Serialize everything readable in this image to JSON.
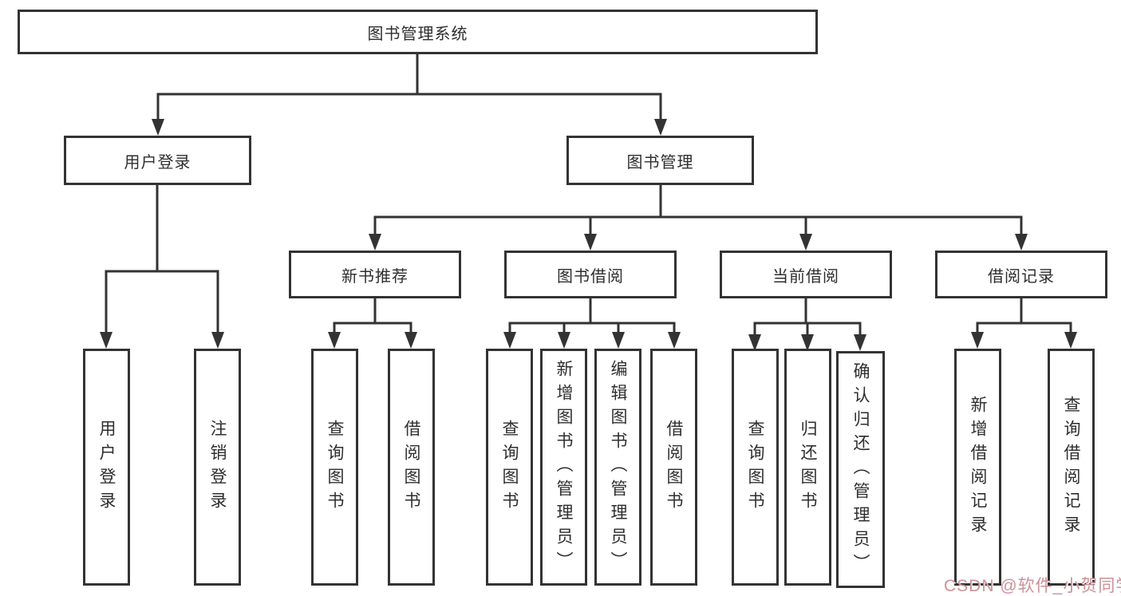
{
  "diagram": {
    "type": "hierarchy",
    "title": "图书管理系统"
  },
  "tree": {
    "label": "图书管理系统",
    "children": [
      {
        "label": "用户登录",
        "children": [
          {
            "label": "用户登录"
          },
          {
            "label": "注销登录"
          }
        ]
      },
      {
        "label": "图书管理",
        "children": [
          {
            "label": "新书推荐",
            "children": [
              {
                "label": "查询图书"
              },
              {
                "label": "借阅图书"
              }
            ]
          },
          {
            "label": "图书借阅",
            "children": [
              {
                "label": "查询图书"
              },
              {
                "label": "新增图书（管理员）"
              },
              {
                "label": "编辑图书（管理员）"
              },
              {
                "label": "借阅图书"
              }
            ]
          },
          {
            "label": "当前借阅",
            "children": [
              {
                "label": "查询图书"
              },
              {
                "label": "归还图书"
              },
              {
                "label": "确认归还（管理员）"
              }
            ]
          },
          {
            "label": "借阅记录",
            "children": [
              {
                "label": "新增借阅记录"
              },
              {
                "label": "查询借阅记录"
              }
            ]
          }
        ]
      }
    ]
  },
  "watermark": {
    "text": "CSDN @软件_小贺同学"
  },
  "colors": {
    "line": "#333333",
    "box_border": "#333333",
    "text": "#2e2e2e",
    "background": "#ffffff",
    "watermark": "#cc9199"
  }
}
